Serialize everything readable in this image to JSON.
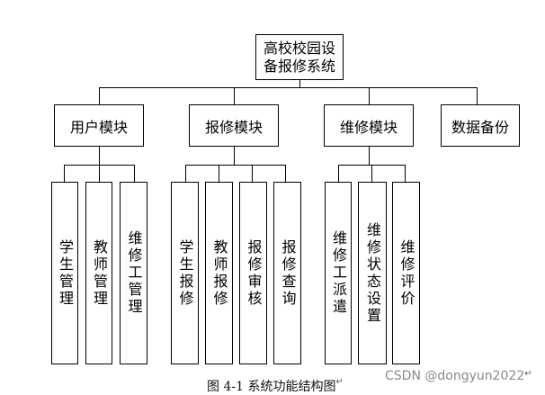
{
  "root": {
    "line1": "高校校园设",
    "line2": "备报修系统"
  },
  "modules": [
    {
      "label": "用户模块"
    },
    {
      "label": "报修模块"
    },
    {
      "label": "维修模块"
    },
    {
      "label": "数据备份"
    }
  ],
  "leaves": {
    "user": [
      "学生管理",
      "教师管理",
      "维修工管理"
    ],
    "repair": [
      "学生报修",
      "教师报修",
      "报修审核",
      "报修查询"
    ],
    "maintain": [
      {
        "line1": "维修工派遣"
      },
      {
        "line1": "维修",
        "line2": "状态设置"
      },
      {
        "line1": "维修评价"
      }
    ]
  },
  "caption": "图 4-1 系统功能结构图",
  "enter_mark": "↵",
  "watermark": "CSDN @dongyun2022"
}
